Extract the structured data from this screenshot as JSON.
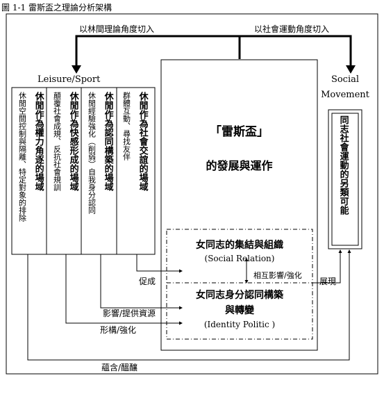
{
  "caption": "圖 1-1  雷斯盃之理論分析架構",
  "top_left_label": "以林間理論角度切入",
  "top_right_label": "以社會運動角度切入",
  "left_heading": "Leisure/Sport",
  "right_heading_1": "Social",
  "right_heading_2": "Movement",
  "columns": [
    {
      "title": "休閒作為權力角逐的場域",
      "desc": "休閒空間控制與隔離、特定對象的排除"
    },
    {
      "title": "休閒作為快感形成的場域",
      "desc": "顛覆社會成規、反抗社會規訓"
    },
    {
      "title": "休閒作為認同構築的場域",
      "desc": "休閒經驗強化（削弱）自我身分認同"
    },
    {
      "title": "休閒作為社會交誼的場域",
      "desc": "群體互動、尋找友伴"
    }
  ],
  "center_title": "「雷斯盃」",
  "center_subtitle": "的發展與運作",
  "box1_title": "女同志的集結與組織",
  "box1_en": "(Social Relation)",
  "mutual_label": "相互影響/強化",
  "box2_title_1": "女同志身分認同構築",
  "box2_title_2": "與轉變",
  "box2_en": "(Identity Politic )",
  "right_box_text": "同志社會運動的另類可能",
  "arrow_labels": {
    "promote": "促成",
    "influence": "影響/提供資源",
    "shape": "形構/強化",
    "manifest": "展現",
    "imply": "蘊含/醞釀"
  }
}
